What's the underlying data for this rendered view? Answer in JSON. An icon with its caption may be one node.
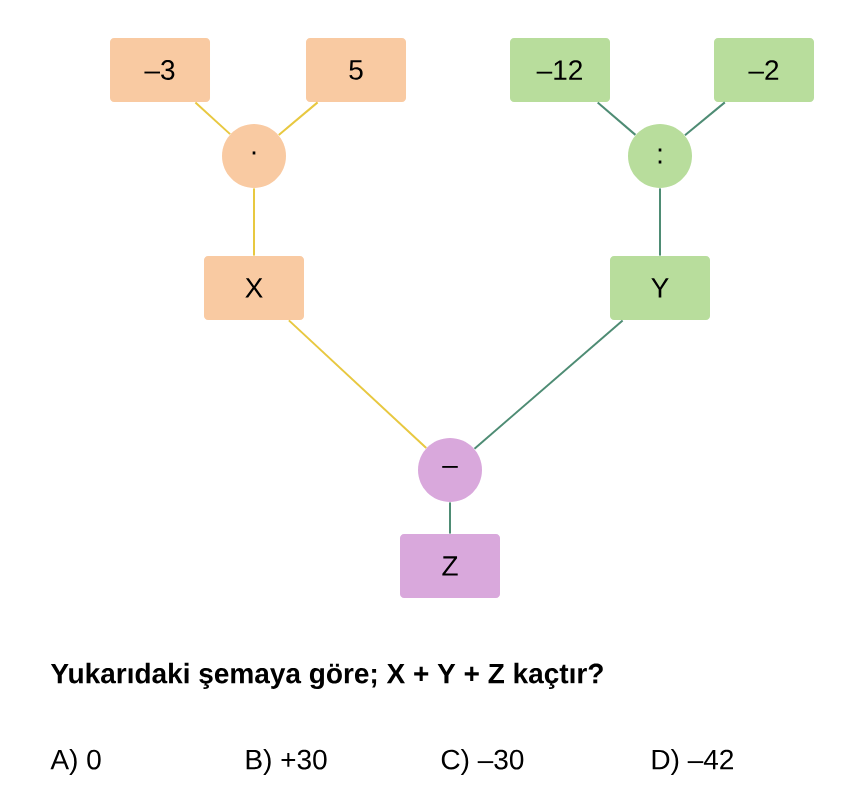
{
  "diagram": {
    "nodes": [
      {
        "text": [
          "–3"
        ]
      },
      {
        "text": [
          "5"
        ]
      },
      {
        "text": [
          "–12"
        ]
      },
      {
        "text": [
          "–2"
        ]
      },
      {
        "text": [
          "·"
        ]
      },
      {
        "text": [
          ":"
        ]
      },
      {
        "text": [
          "X"
        ]
      },
      {
        "text": [
          "Y"
        ]
      },
      {
        "text": [
          "–"
        ]
      },
      {
        "text": [
          "Z"
        ]
      }
    ],
    "edges": [
      {
        "from": 0,
        "to": 4,
        "arrow": "none",
        "color": "#e8c840"
      },
      {
        "from": 1,
        "to": 4,
        "arrow": "none",
        "color": "#e8c840"
      },
      {
        "from": 2,
        "to": 5,
        "arrow": "none"
      },
      {
        "from": 3,
        "to": 5,
        "arrow": "none"
      },
      {
        "from": 4,
        "to": 6,
        "arrow": "none",
        "color": "#e8c840"
      },
      {
        "from": 5,
        "to": 7,
        "arrow": "none"
      },
      {
        "from": 6,
        "to": 8,
        "arrow": "none",
        "color": "#e8c840"
      },
      {
        "from": 7,
        "to": 8,
        "arrow": "none"
      },
      {
        "from": 8,
        "to": 9,
        "arrow": "none"
      }
    ],
    "labels": [
      "Yukarıdaki şemaya göre; X + Y + Z kaçtır?",
      "A) 0",
      "B) +30",
      "C) –30",
      "D) –42"
    ]
  }
}
